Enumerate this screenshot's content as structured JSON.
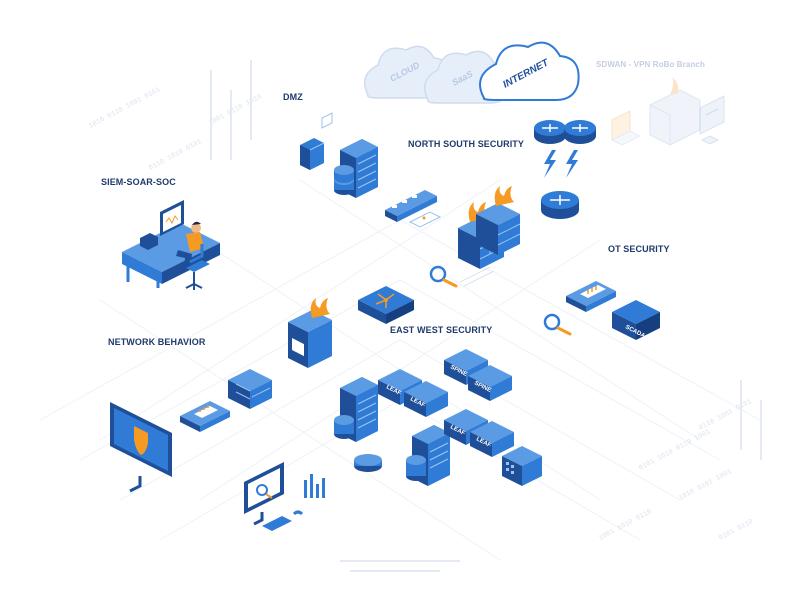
{
  "labels": {
    "dmz": "DMZ",
    "north_south": "NORTH SOUTH SECURITY",
    "siem": "SIEM-SOAR-SOC",
    "ot": "OT SECURITY",
    "east_west": "EAST WEST SECURITY",
    "network_behavior": "NETWORK BEHAVIOR",
    "sdwan": "SDWAN - VPN RoBo Branch"
  },
  "clouds": {
    "cloud": "CLOUD",
    "saas": "SaaS",
    "internet": "INTERNET"
  },
  "switch_tags": {
    "spine_1": "SPINE",
    "spine_2": "SPINE",
    "leaf_1": "LEAF",
    "leaf_2": "LEAF",
    "leaf_3": "LEAF",
    "leaf_4": "LEAF"
  },
  "device_tags": {
    "scada": "SCADA"
  },
  "colors": {
    "primary_blue": "#2f7bd6",
    "dark_blue": "#1f4f99",
    "light_blue": "#cfe2f8",
    "orange": "#f59a23",
    "text": "#1f3a6b",
    "faint": "#c4cee0"
  }
}
